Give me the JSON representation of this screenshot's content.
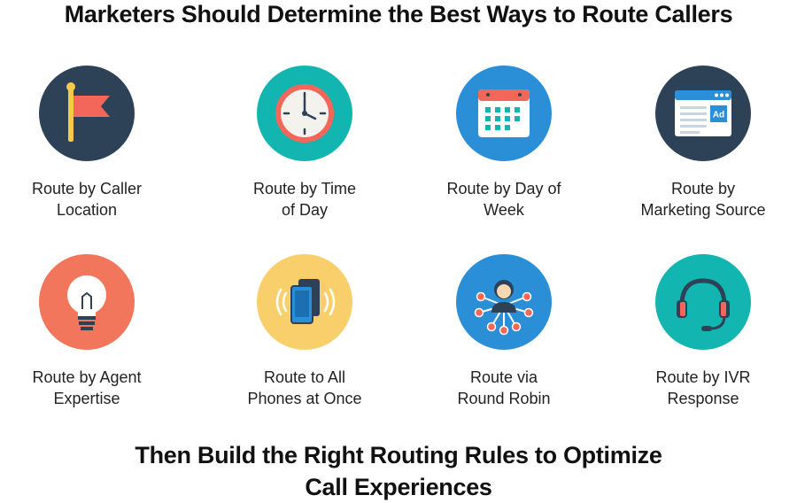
{
  "title": "Marketers Should Determine the Best Ways to Route Callers",
  "footer": {
    "line1": "Then Build the Right Routing Rules to Optimize",
    "line2": "Call Experiences"
  },
  "items": [
    {
      "label": "Route by Caller\nLocation",
      "icon": "flag-icon",
      "color": "#2e4257"
    },
    {
      "label": "Route by Time\nof Day",
      "icon": "clock-icon",
      "color": "#12b5b0"
    },
    {
      "label": "Route by Day of\nWeek",
      "icon": "calendar-icon",
      "color": "#2a8fd6"
    },
    {
      "label": "Route by\nMarketing Source",
      "icon": "ad-window-icon",
      "color": "#2e4257"
    },
    {
      "label": "Route by Agent\nExpertise",
      "icon": "lightbulb-icon",
      "color": "#f2765c"
    },
    {
      "label": "Route to All\nPhones at Once",
      "icon": "ringing-phones-icon",
      "color": "#f8cf6b"
    },
    {
      "label": "Route via\nRound Robin",
      "icon": "agent-network-icon",
      "color": "#2a8fd6"
    },
    {
      "label": "Route by IVR\nResponse",
      "icon": "headset-icon",
      "color": "#12b5b0"
    }
  ]
}
